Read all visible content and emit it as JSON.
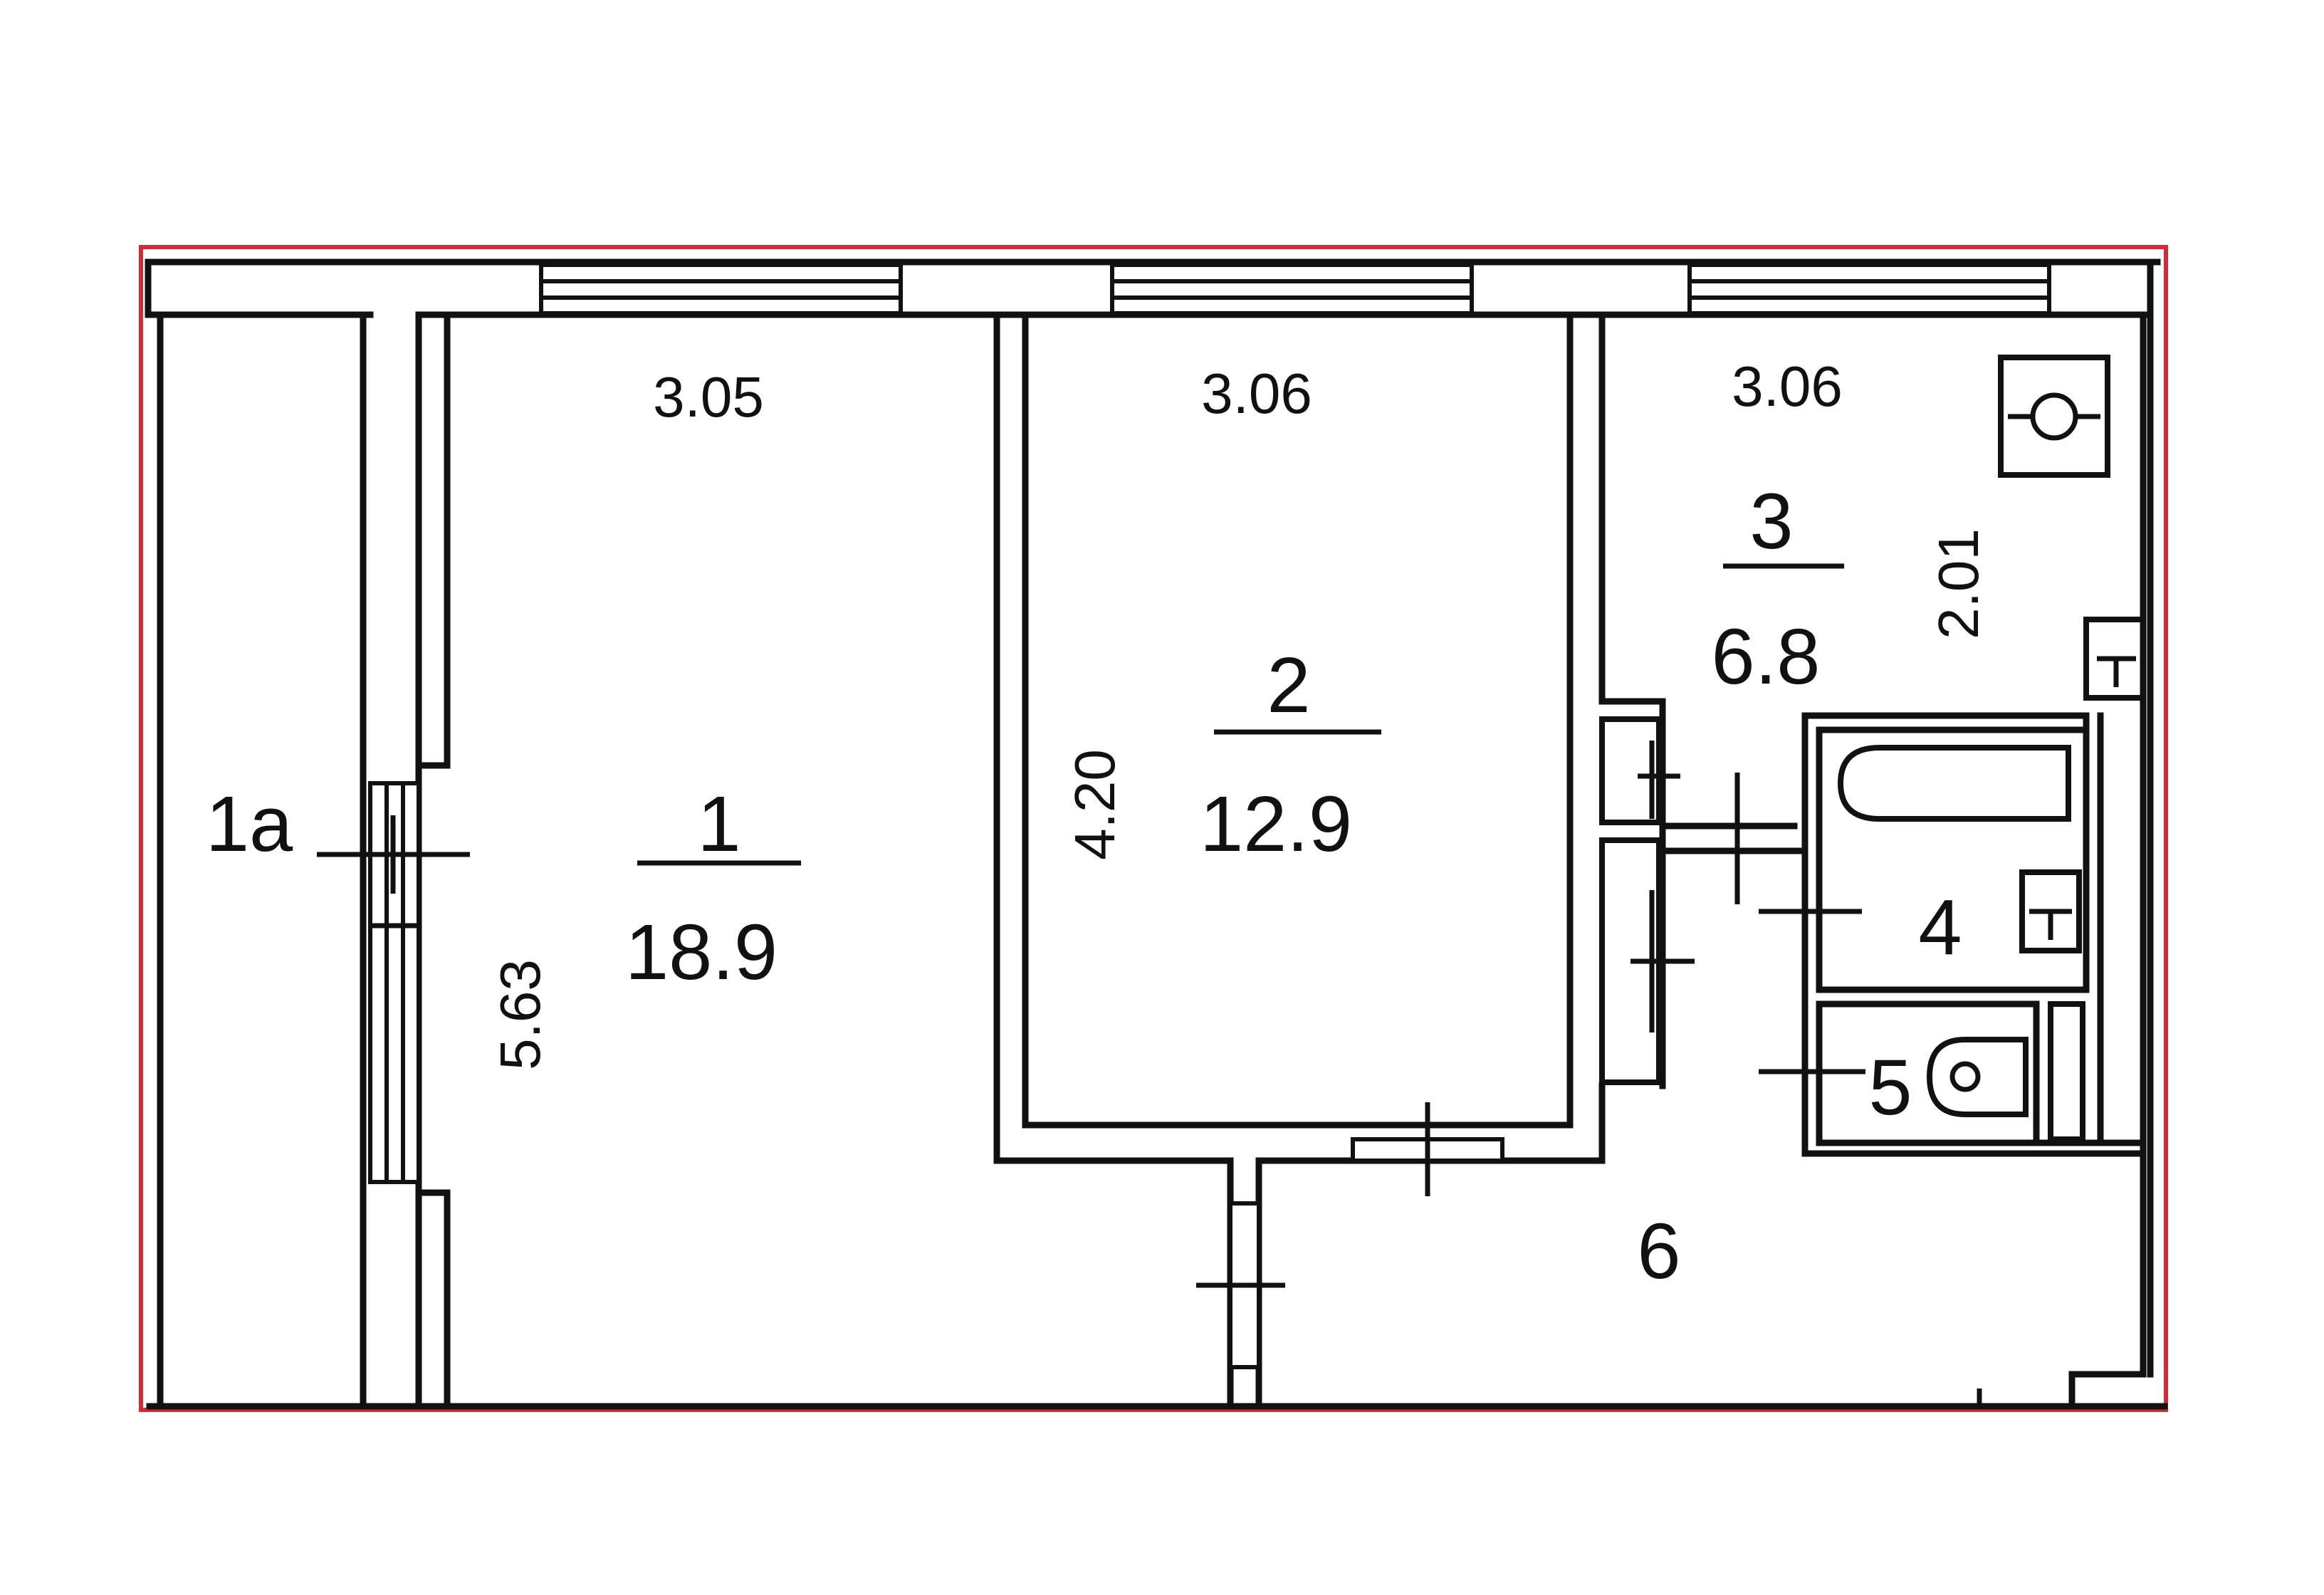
{
  "colors": {
    "frame": "#d42a35",
    "ink": "#111111",
    "background": "#ffffff"
  },
  "rooms": {
    "r1a": {
      "label": "1a"
    },
    "r1": {
      "number": "1",
      "area": "18.9"
    },
    "r2": {
      "number": "2",
      "area": "12.9"
    },
    "r3": {
      "number": "3",
      "area": "6.8"
    },
    "r4": {
      "number": "4"
    },
    "r5": {
      "number": "5"
    },
    "r6": {
      "number": "6"
    }
  },
  "dimensions": {
    "r1_width": "3.05",
    "r2_width": "3.06",
    "r3_width": "3.06",
    "r1_length": "5.63",
    "r2_length": "4.20",
    "r3_length": "2.01"
  },
  "fixtures": [
    "window-icon",
    "door-icon",
    "stove-icon",
    "bathtub-icon",
    "sink-icon",
    "toilet-icon"
  ]
}
